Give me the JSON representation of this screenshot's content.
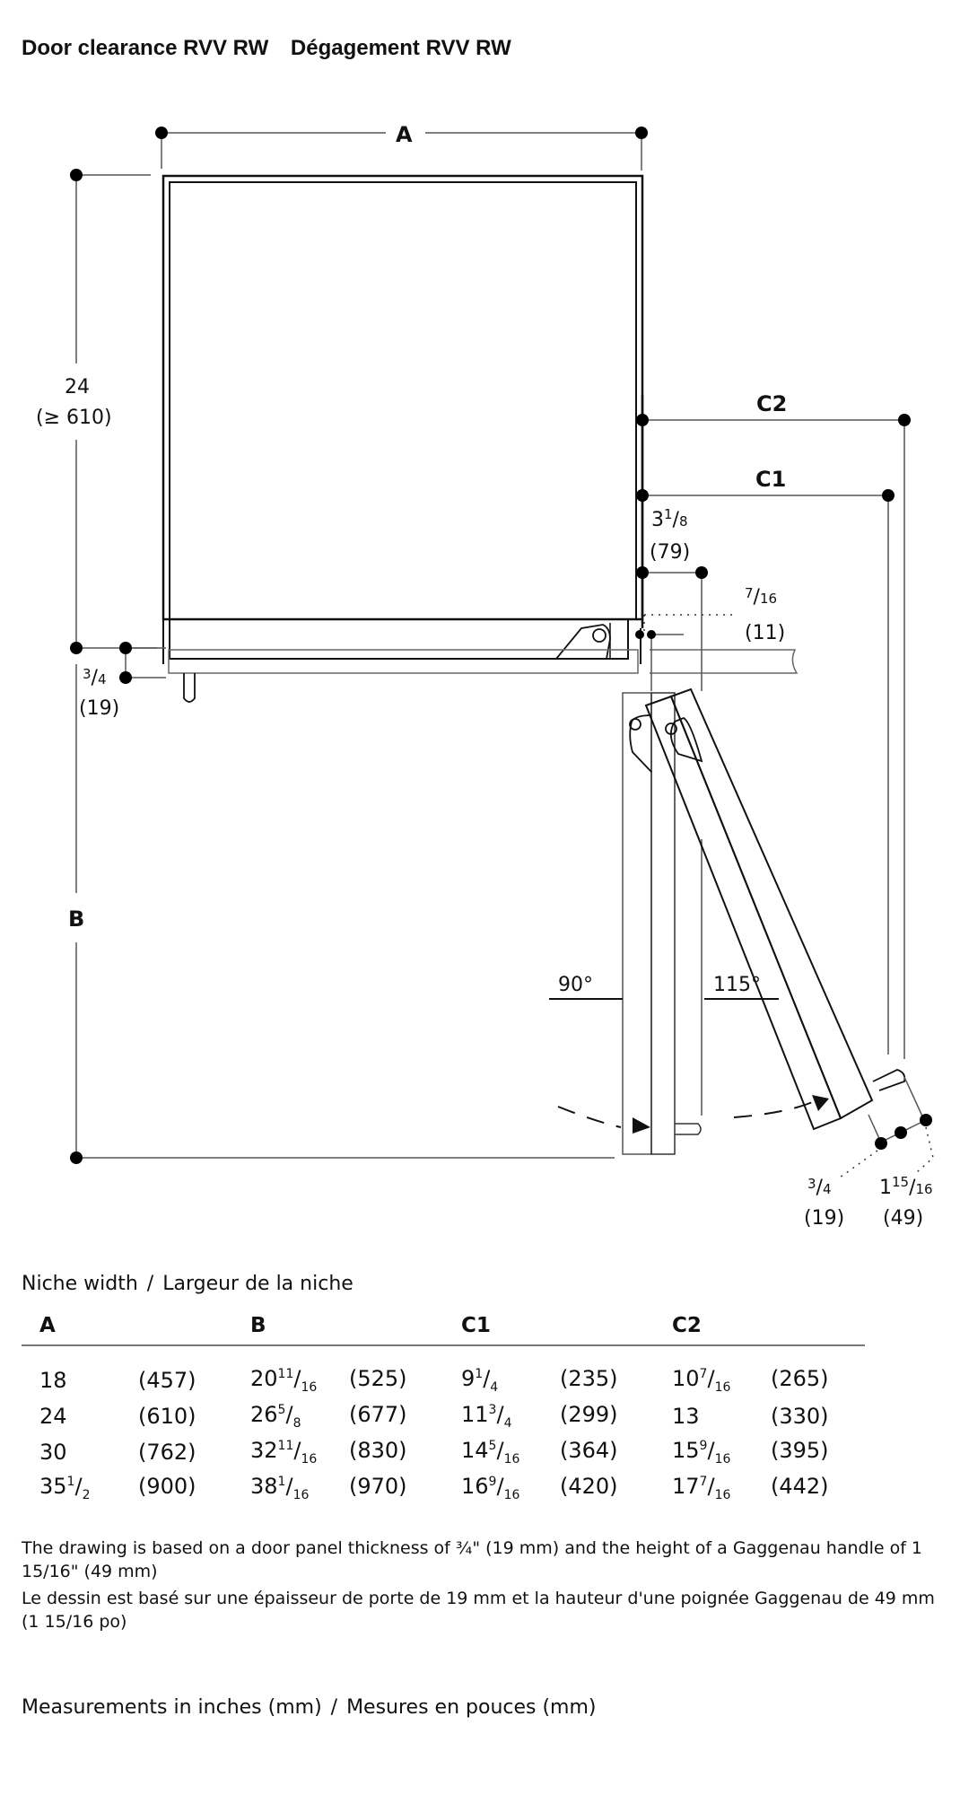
{
  "title": {
    "primary": "Door clearance RVV RW",
    "secondary": "Dégagement RVV RW"
  },
  "diagram": {
    "labels": {
      "A": "A",
      "B": "B",
      "C1": "C1",
      "C2": "C2",
      "depth_in": "24",
      "depth_mm": "(≥ 610)",
      "gap_79_in_whole": "3",
      "gap_79_in_num": "1",
      "gap_79_in_den": "8",
      "gap_79_mm": "(79)",
      "gap_11_in_num": "7",
      "gap_11_in_den": "16",
      "gap_11_mm": "(11)",
      "base_in_num": "3",
      "base_in_den": "4",
      "base_mm": "(19)",
      "door_in_num": "3",
      "door_in_den": "4",
      "door_mm": "(19)",
      "handle_in_whole": "1",
      "handle_in_num": "15",
      "handle_in_den": "16",
      "handle_mm": "(49)",
      "angle_90": "90°",
      "angle_115": "115°"
    }
  },
  "niche": {
    "heading_primary": "Niche width",
    "heading_secondary": "Largeur de la niche",
    "columns": [
      "A",
      "B",
      "C1",
      "C2"
    ],
    "rows": [
      [
        {
          "whole": "18",
          "num": "",
          "den": "",
          "mm": "(457)"
        },
        {
          "whole": "20",
          "num": "11",
          "den": "16",
          "mm": "(525)"
        },
        {
          "whole": "9",
          "num": "1",
          "den": "4",
          "mm": "(235)"
        },
        {
          "whole": "10",
          "num": "7",
          "den": "16",
          "mm": "(265)"
        }
      ],
      [
        {
          "whole": "24",
          "num": "",
          "den": "",
          "mm": "(610)"
        },
        {
          "whole": "26",
          "num": "5",
          "den": "8",
          "mm": "(677)"
        },
        {
          "whole": "11",
          "num": "3",
          "den": "4",
          "mm": "(299)"
        },
        {
          "whole": "13",
          "num": "",
          "den": "",
          "mm": "(330)"
        }
      ],
      [
        {
          "whole": "30",
          "num": "",
          "den": "",
          "mm": "(762)"
        },
        {
          "whole": "32",
          "num": "11",
          "den": "16",
          "mm": "(830)"
        },
        {
          "whole": "14",
          "num": "5",
          "den": "16",
          "mm": "(364)"
        },
        {
          "whole": "15",
          "num": "9",
          "den": "16",
          "mm": "(395)"
        }
      ],
      [
        {
          "whole": "35",
          "num": "1",
          "den": "2",
          "mm": "(900)"
        },
        {
          "whole": "38",
          "num": "1",
          "den": "16",
          "mm": "(970)"
        },
        {
          "whole": "16",
          "num": "9",
          "den": "16",
          "mm": "(420)"
        },
        {
          "whole": "17",
          "num": "7",
          "den": "16",
          "mm": "(442)"
        }
      ]
    ]
  },
  "footnote": {
    "primary": "The drawing is based on a door panel thickness of ¾\" (19 mm) and the height of a Gaggenau handle of 1 15/16\" (49 mm)",
    "secondary": "Le dessin est basé sur une épaisseur de porte de 19 mm et la hauteur d'une poignée Gaggenau de 49 mm (1 15/16 po)"
  },
  "measurements": {
    "primary": "Measurements in inches (mm)",
    "secondary": "Mesures en pouces (mm)"
  }
}
